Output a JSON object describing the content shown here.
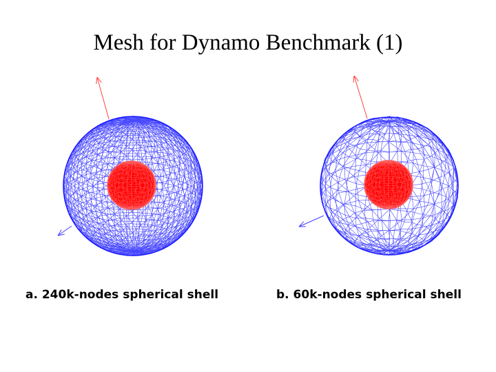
{
  "title": "Mesh for Dynamo Benchmark (1)",
  "panels": [
    {
      "caption": "a. 240k-nodes spherical shell",
      "mesh_density": "fine"
    },
    {
      "caption": "b. 60k-nodes spherical shell",
      "mesh_density": "coarse"
    }
  ],
  "colors": {
    "outer_shell": "#1a1aff",
    "inner_core": "#ff0000",
    "axis_z": "#ff4040",
    "axis_x": "#4040ff"
  }
}
